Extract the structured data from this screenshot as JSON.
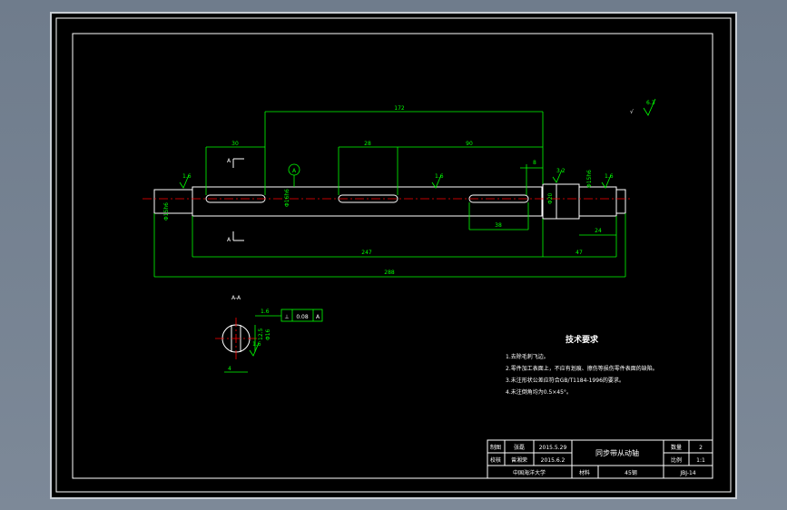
{
  "drawing": {
    "tolerance_box": {
      "symbol": "⊥",
      "value": "0.08",
      "datum": "A"
    },
    "section_label": "A-A",
    "datum_label": "A",
    "cut_labels": [
      "A",
      "A"
    ],
    "roughness": {
      "overall": "6.3",
      "values": [
        "1.6",
        "1.6",
        "3.2",
        "1.6",
        "1.6",
        "1.6"
      ]
    },
    "dimensions": {
      "d172": "172",
      "d30": "30",
      "d28": "28",
      "d90": "90",
      "d38": "38",
      "d247": "247",
      "d47": "47",
      "d24": "24",
      "d288": "288",
      "d8": "8",
      "v_left": "Φ15h6",
      "v_key": "Φ16h6",
      "v_right": "Φ15h6",
      "v_mid": "Φ20",
      "sec_a": "4",
      "sec_b": "12.5",
      "sec_c": "Φ16"
    }
  },
  "tech": {
    "title": "技术要求",
    "notes": [
      "1.去除毛刺飞边。",
      "2.零件加工表面上，不应有划痕、擦伤等损伤零件表面的缺陷。",
      "3.未注形状公差应符合GB/T1184-1996的要求。",
      "4.未注倒角均为0.5×45°。"
    ]
  },
  "title_block": {
    "r1_label": "制图",
    "r1_name": "张磊",
    "r1_date": "2015.5.29",
    "r2_label": "校核",
    "r2_name": "曾湘荣",
    "r2_date": "2015.6.2",
    "part_name": "同步带从动轴",
    "qty_label": "数量",
    "qty": "2",
    "scale_label": "比例",
    "scale": "1:1",
    "school": "中国海洋大学",
    "material_label": "材料",
    "material": "45钢",
    "code": "JBJ-14"
  }
}
